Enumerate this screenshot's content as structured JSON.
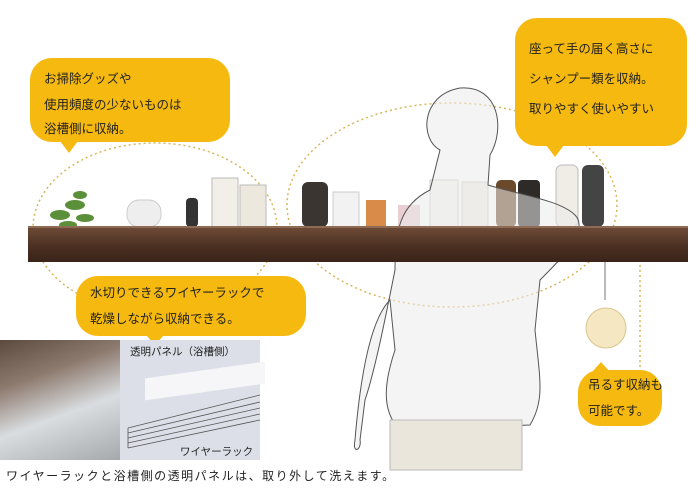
{
  "callouts": {
    "cleaning": {
      "lines": [
        "お掃除グッズや",
        "使用頻度の少ないものは",
        "浴槽側に収納。"
      ]
    },
    "shampoo": {
      "lines": [
        "座って手の届く高さに",
        "シャンプー類を収納。",
        "取りやすく使いやすい"
      ]
    },
    "wire_rack": {
      "lines": [
        "水切りできるワイヤーラックで",
        "乾燥しながら収納できる。"
      ]
    },
    "hanging": {
      "lines": [
        "吊るす収納も",
        "可能です。"
      ]
    }
  },
  "inset": {
    "panel_label": "透明パネル（浴槽側）",
    "rack_label": "ワイヤーラック"
  },
  "caption": "ワイヤーラックと浴槽側の透明パネルは、取り外して洗えます。",
  "colors": {
    "callout": "#f6b90f",
    "shelf": "#4a2f22",
    "dotted": "#d8b65a"
  }
}
